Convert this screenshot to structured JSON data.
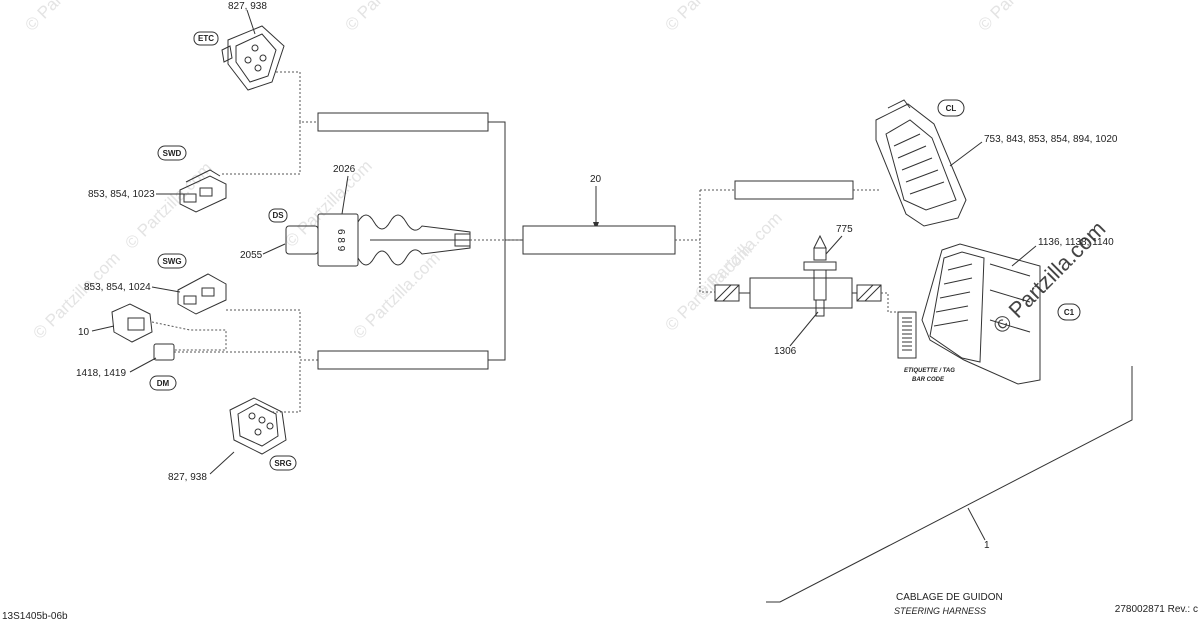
{
  "watermark": {
    "text": "© Partzilla.com"
  },
  "tags": {
    "etc": "ETC",
    "swd": "SWD",
    "ds": "DS",
    "swg": "SWG",
    "dm": "DM",
    "srg": "SRG",
    "cl": "CL",
    "c1": "C1"
  },
  "callouts": {
    "etc_parts": "827, 938",
    "swd_parts": "853, 854, 1023",
    "ds_part_top": "2026",
    "ds_part_left": "2055",
    "ds_body_digits": "6 8 9",
    "swg_parts": "853, 854, 1024",
    "part_10": "10",
    "dm_parts": "1418, 1419",
    "srg_parts": "827, 938",
    "center_20": "20",
    "cl_parts": "753, 843, 853, 854, 894, 1020",
    "part_775": "775",
    "part_1306": "1306",
    "c1_parts": "1136, 1138, 1140",
    "label_tag_line1": "ETIQUETTE / TAG",
    "label_tag_line2": "BAR CODE",
    "part_1": "1"
  },
  "footer": {
    "title": "CABLAGE DE GUIDON",
    "subtitle": "STEERING HARNESS",
    "drawing_id": "13S1405b-06b",
    "revision": "278002871 Rev.: c"
  }
}
